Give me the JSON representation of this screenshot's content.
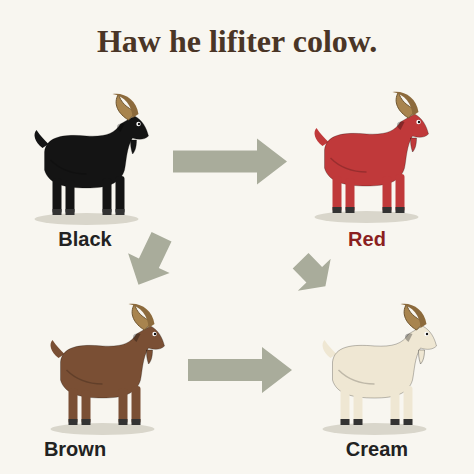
{
  "diagram": {
    "title": "Haw he lifiter colow.",
    "nodes": [
      {
        "text": [
          "Black"
        ]
      },
      {
        "text": [
          "Red"
        ]
      },
      {
        "text": [
          "Brown"
        ]
      },
      {
        "text": [
          "Cream"
        ]
      }
    ],
    "edges": [
      {
        "from": 0,
        "to": 1,
        "arrow": "to"
      },
      {
        "from": 0,
        "to": 2,
        "arrow": "to"
      },
      {
        "from": 1,
        "to": 3,
        "arrow": "to"
      },
      {
        "from": 2,
        "to": 3,
        "arrow": "to"
      }
    ]
  }
}
